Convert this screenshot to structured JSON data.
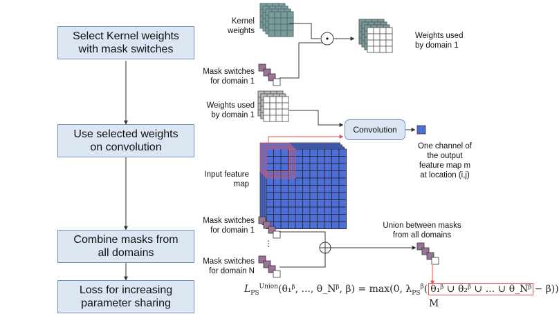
{
  "steps": [
    "Select Kernel weights\nwith mask switches",
    "Use selected weights\non convolution",
    "Combine masks from\nall domains",
    "Loss for increasing\nparameter sharing"
  ],
  "labels": {
    "kernel_weights": "Kernel\nweights",
    "mask_domain1_top": "Mask switches\nfor domain 1",
    "weights_used_right": "Weights used\nby domain 1",
    "weights_used_left": "Weights used\nby domain 1",
    "convolution": "Convolution",
    "output_channel": "One channel of\nthe output\nfeature map m\nat location (i,j)",
    "input_feature_map": "Input feature\nmap",
    "mask_domain1_bottom": "Mask switches\nfor domain 1",
    "vdots": "⋮",
    "mask_domainN": "Mask switches\nfor domain N",
    "union_masks": "Union between masks\nfrom all domains"
  },
  "formula": {
    "lhs": "L",
    "lhs_sub": "PS",
    "lhs_sup": "Union",
    "args": "(θ₁ᵝ, ..., θ_Nᵝ, β) = max(0, λ",
    "lambda_sub": "PS",
    "lambda_sup": "β",
    "numerator": "θ₁ᵝ ∪ θ₂ᵝ ∪ ... ∪ θ_Nᵝ",
    "tail": "− β))",
    "denominator": "M"
  },
  "colors": {
    "box_fill": "#dce6f3",
    "box_border": "#6f8fb8",
    "kernel_teal": "#7a9b9b",
    "mask_purple": "#9a7397",
    "feature_blue": "#4f6fd8",
    "highlight_red": "#e05050"
  }
}
